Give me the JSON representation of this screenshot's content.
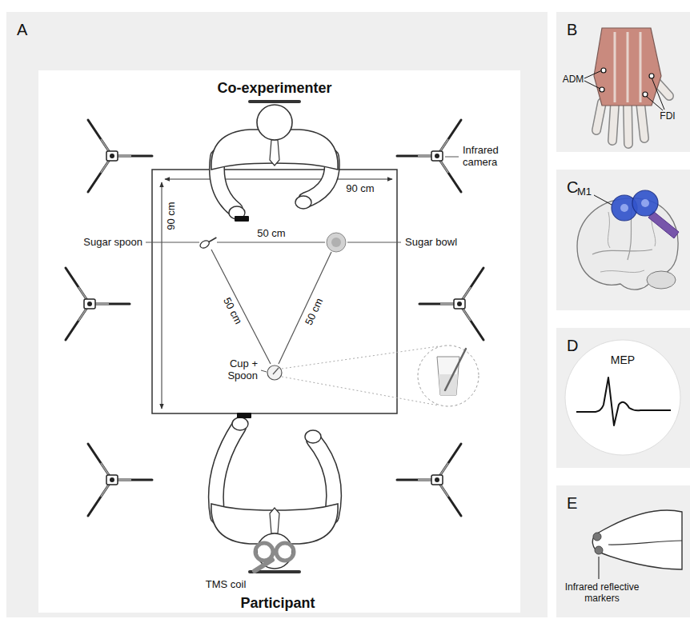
{
  "diagram": {
    "nodes": [
      {
        "text": [
          "A"
        ]
      },
      {
        "text": [
          "B"
        ]
      },
      {
        "text": [
          "C"
        ]
      },
      {
        "text": [
          "D"
        ]
      },
      {
        "text": [
          "E"
        ]
      }
    ],
    "labels": [
      "Co-experimenter",
      "Infrared camera",
      "90 cm",
      "90 cm",
      "Sugar spoon",
      "50 cm",
      "Sugar bowl",
      "50 cm",
      "50 cm",
      "Cup + Spoon",
      "TMS coil",
      "Participant",
      "ADM",
      "FDI",
      "M1",
      "MEP",
      "Infrared reflective markers"
    ]
  }
}
